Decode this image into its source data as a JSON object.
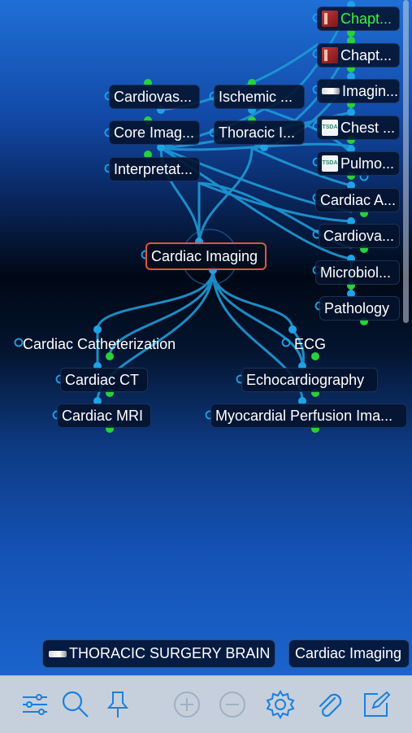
{
  "nodes": {
    "chapter_1": "Chapt...",
    "chapter_2": "Chapt...",
    "imaging": "Imagin...",
    "chest": "Chest ...",
    "pulmo": "Pulmo...",
    "cardiac_a": "Cardiac A...",
    "cardiova_r": "Cardiova...",
    "microbiol": "Microbiol...",
    "pathology": "Pathology",
    "cardiovas_l": "Cardiovas...",
    "ischemic": "Ischemic ...",
    "core_imag": "Core Imag...",
    "thoracic_i": "Thoracic I...",
    "interpretat": "Interpretat...",
    "central": "Cardiac Imaging",
    "cardiac_cath": "Cardiac Catheterization",
    "ecg": "ECG",
    "cardiac_ct": "Cardiac CT",
    "echo": "Echocardiography",
    "cardiac_mri": "Cardiac MRI",
    "myocardial": "Myocardial Perfusion Ima..."
  },
  "thumbnails": {
    "chest": "TSDA",
    "pulmo": "TSDA"
  },
  "history": {
    "brain": "THORACIC SURGERY BRAIN",
    "current": "Cardiac Imaging"
  },
  "colors": {
    "link": "#1e9ad6",
    "parent_dot": "#1ea3e6",
    "child_dot": "#27d13a",
    "central_border": "#e0563d",
    "highlight_text": "#3df23d"
  },
  "toolbar_icons": [
    "filter-sliders-icon",
    "search-icon",
    "pin-icon",
    "zoom-in-icon",
    "zoom-out-icon",
    "settings-gear-icon",
    "attachment-paperclip-icon",
    "edit-note-icon"
  ]
}
